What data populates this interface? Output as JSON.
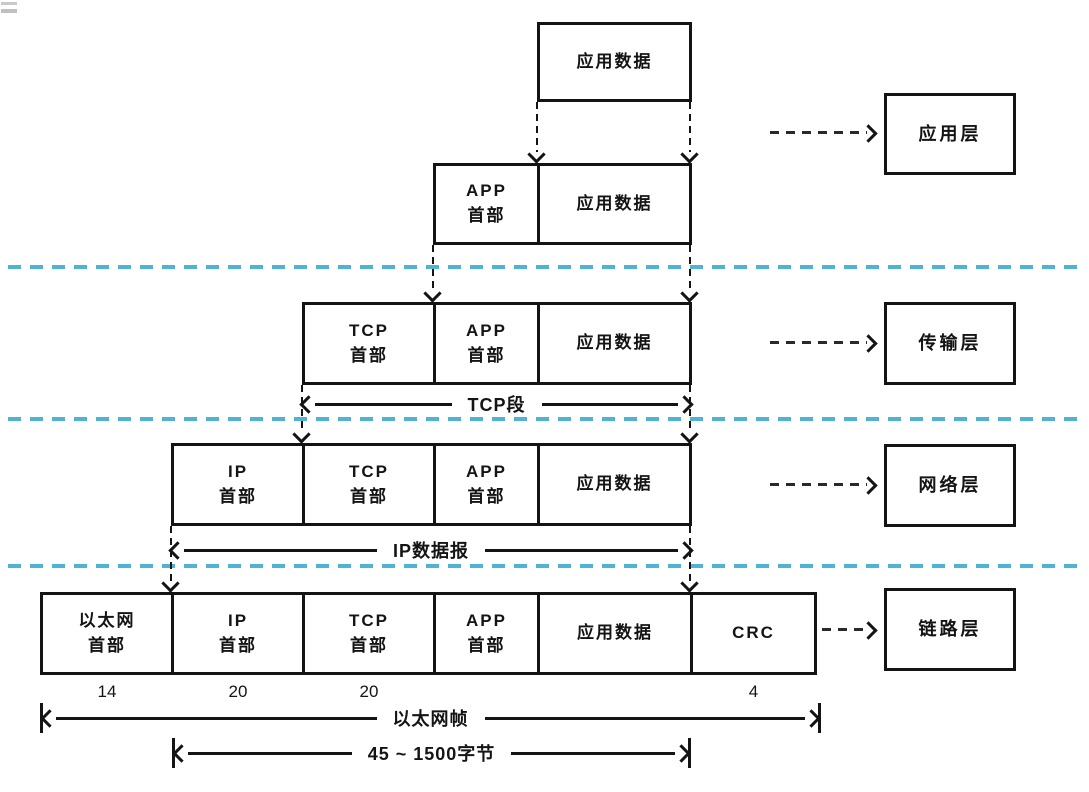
{
  "colors": {
    "line_black": "#141414",
    "layer_divider_blue": "#4fb3d4",
    "background": "#ffffff"
  },
  "encapsulation": {
    "rows": [
      {
        "cells": [
          {
            "lines": [
              "应用数据"
            ]
          }
        ]
      },
      {
        "cells": [
          {
            "lines": [
              "APP",
              "首部"
            ]
          },
          {
            "lines": [
              "应用数据"
            ]
          }
        ]
      },
      {
        "cells": [
          {
            "lines": [
              "TCP",
              "首部"
            ]
          },
          {
            "lines": [
              "APP",
              "首部"
            ]
          },
          {
            "lines": [
              "应用数据"
            ]
          }
        ],
        "measure": "TCP段"
      },
      {
        "cells": [
          {
            "lines": [
              "IP",
              "首部"
            ]
          },
          {
            "lines": [
              "TCP",
              "首部"
            ]
          },
          {
            "lines": [
              "APP",
              "首部"
            ]
          },
          {
            "lines": [
              "应用数据"
            ]
          }
        ],
        "measure": "IP数据报"
      },
      {
        "cells": [
          {
            "lines": [
              "以太网",
              "首部"
            ]
          },
          {
            "lines": [
              "IP",
              "首部"
            ]
          },
          {
            "lines": [
              "TCP",
              "首部"
            ]
          },
          {
            "lines": [
              "APP",
              "首部"
            ]
          },
          {
            "lines": [
              "应用数据"
            ]
          },
          {
            "lines": [
              "CRC"
            ]
          }
        ]
      }
    ],
    "byte_counts": [
      "14",
      "20",
      "20",
      "4"
    ],
    "frame_measures": [
      {
        "label": "以太网帧"
      },
      {
        "label": "45 ~ 1500字节"
      }
    ]
  },
  "layers": [
    {
      "label": "应用层"
    },
    {
      "label": "传输层"
    },
    {
      "label": "网络层"
    },
    {
      "label": "链路层"
    }
  ]
}
